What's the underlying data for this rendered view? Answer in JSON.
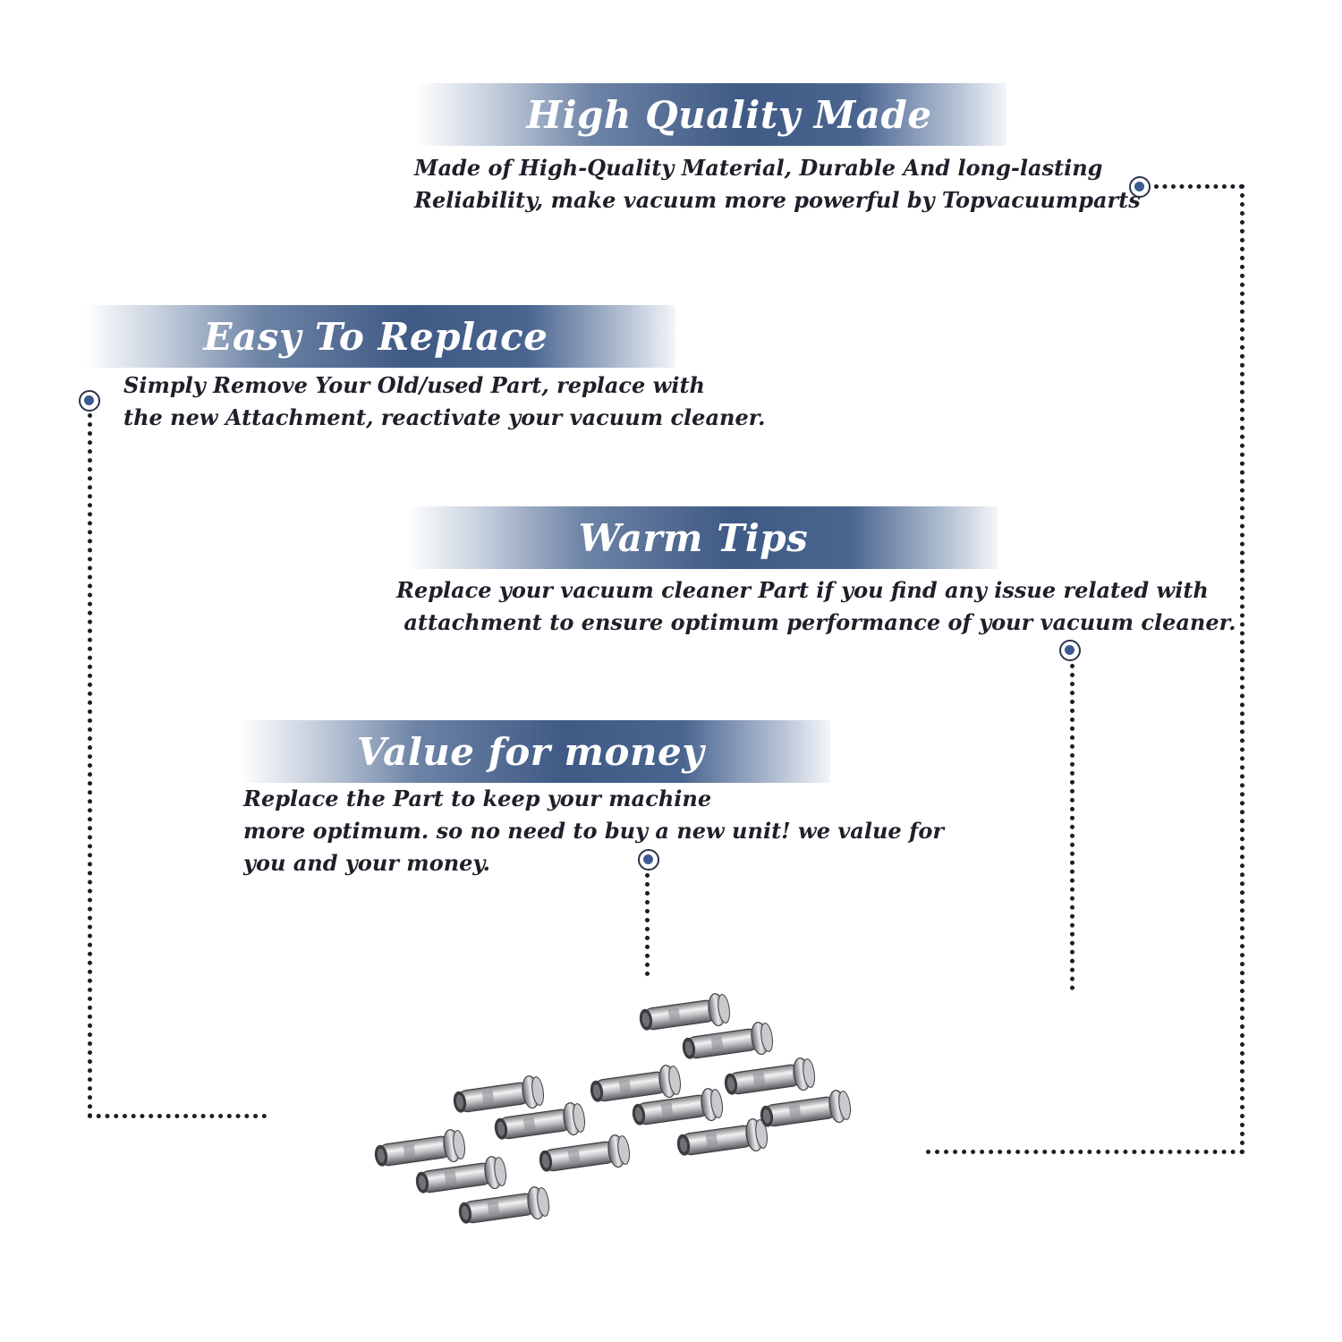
{
  "sections": [
    {
      "title": "High Quality Made",
      "lines": [
        "Made of  High-Quality Material, Durable And long-lasting",
        "Reliability, make vacuum more powerful by Topvacuumparts"
      ]
    },
    {
      "title": "Easy To Replace",
      "lines": [
        "Simply Remove Your Old/used Part, replace with",
        "the new Attachment, reactivate your vacuum cleaner."
      ]
    },
    {
      "title": "Warm Tips",
      "lines": [
        "Replace your vacuum cleaner Part if you find any issue related with",
        " attachment to ensure optimum performance of your vacuum cleaner."
      ]
    },
    {
      "title": "Value for money",
      "lines": [
        "Replace the Part to keep your machine",
        "more optimum. so no need to buy a new unit! we value for",
        "you and your money."
      ]
    }
  ],
  "colors": {
    "banner_blue": "#3f5a85",
    "marker_blue": "#3d5a93",
    "text": "#1f1f2a"
  },
  "product": {
    "icon": "metal-pin-icon",
    "count": 13
  }
}
